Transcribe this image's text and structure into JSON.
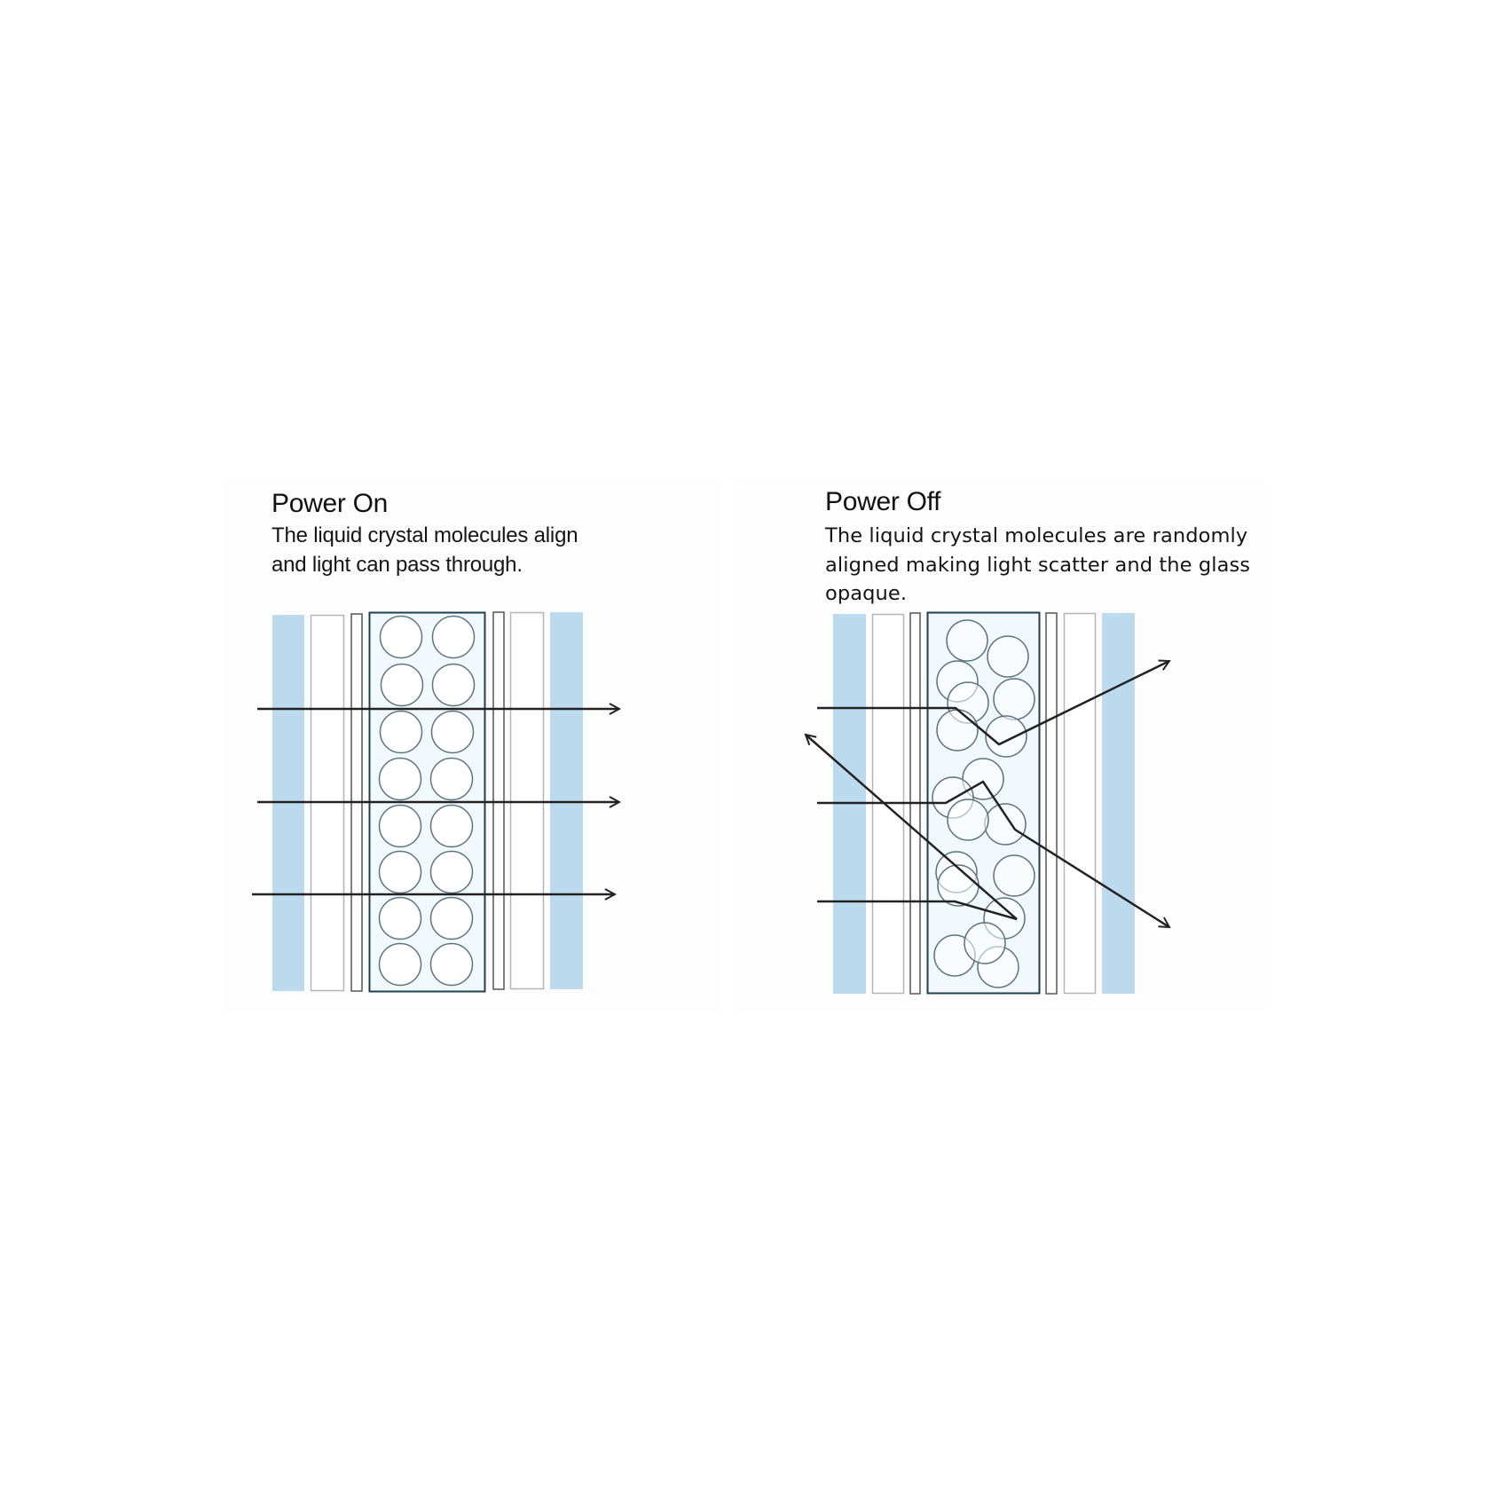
{
  "power_on": {
    "title": "Power On",
    "description_lines": [
      "The liquid crystal molecules align",
      "and light can pass through."
    ]
  },
  "power_off": {
    "title": "Power Off",
    "description_lines": [
      "The liquid crystal molecules are randomly",
      "aligned making light scatter and the glass",
      "opaque."
    ]
  },
  "colors": {
    "glass_blue": "#bcdaee",
    "liquid_crystal_fill": "#f1f9fd",
    "liquid_crystal_border": "#1f3f4f",
    "molecule_stroke": "#5e7480",
    "light_ray": "#222222",
    "layer_stroke": "#b5b5b5",
    "electrode_stroke": "#555555"
  },
  "diagrams": {
    "power_on": {
      "layers": [
        "glass",
        "film",
        "electrode",
        "liquid-crystal",
        "electrode",
        "film",
        "glass"
      ],
      "molecule_arrangement": "aligned-2-columns-8-rows",
      "light_rays": 3,
      "light_behavior": "pass-through"
    },
    "power_off": {
      "layers": [
        "glass",
        "film",
        "electrode",
        "liquid-crystal",
        "electrode",
        "film",
        "glass"
      ],
      "molecule_arrangement": "random",
      "light_rays": 3,
      "light_behavior": "scatter"
    }
  }
}
